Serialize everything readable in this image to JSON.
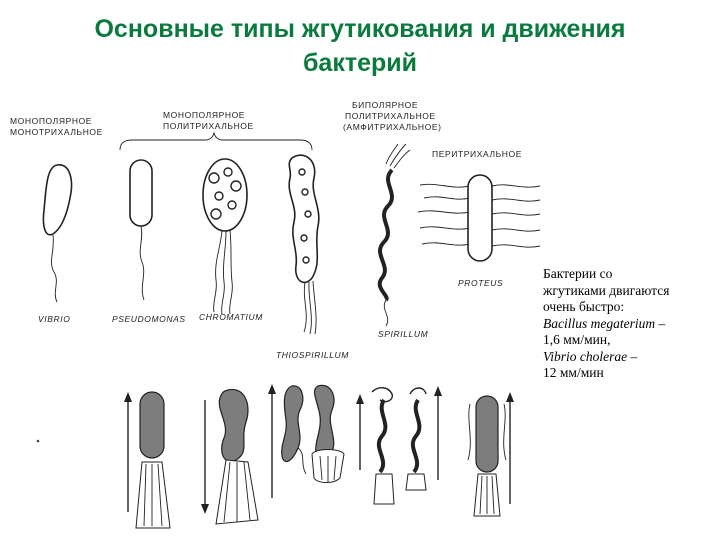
{
  "title": {
    "line1": "Основные типы жгутикования и движения",
    "line2": "бактерий"
  },
  "categories": {
    "monopolar_mono_1": "МОНОПОЛЯРНОЕ",
    "monopolar_mono_2": "МОНОТРИХАЛЬНОЕ",
    "monopolar_poly_1": "МОНОПОЛЯРНОЕ",
    "monopolar_poly_2": "ПОЛИТРИХАЛЬНОЕ",
    "bipolar_1": "БИПОЛЯРНОЕ",
    "bipolar_2": "ПОЛИТРИХАЛЬНОЕ",
    "bipolar_3": "(АМФИТРИХАЛЬНОЕ)",
    "peritrichous": "ПЕРИТРИХАЛЬНОЕ"
  },
  "organisms": {
    "vibrio": "VIBRIO",
    "pseudomonas": "PSEUDOMONAS",
    "chromatium": "CHROMATIUM",
    "thiospirillum": "THIOSPIRILLUM",
    "spirillum": "SPIRILLUM",
    "proteus": "PROTEUS"
  },
  "note": {
    "line1": "Бактерии со",
    "line2": "жгутиками двигаются",
    "line3": "очень быстро:",
    "line4": "Bacillus megaterium –",
    "line5": "1,6  мм/мин,",
    "line6": "Vibrio cholerae –",
    "line7": "12 мм/мин"
  }
}
